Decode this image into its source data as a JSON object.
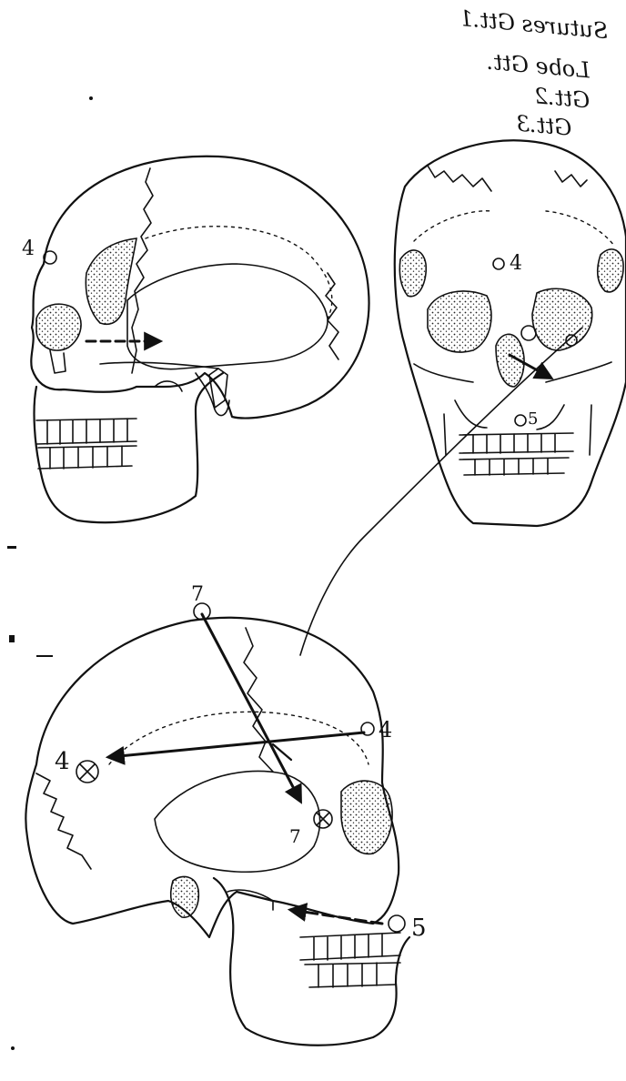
{
  "handwriting": {
    "lines": [
      "Sutures Gtt.1",
      "Lobe Gtt.",
      "Gtt.2",
      "Gtt.3"
    ]
  },
  "labels": {
    "lateral_top_point": "4",
    "anterior_point": "4",
    "anterior_jaw_point": "5",
    "bottom_vertex_point": "7",
    "bottom_frontal_point": "4",
    "bottom_occipital_point": "4",
    "bottom_temporal_point": "7",
    "bottom_jaw_point": "5"
  },
  "colors": {
    "ink": "#111111",
    "paper": "#ffffff"
  }
}
